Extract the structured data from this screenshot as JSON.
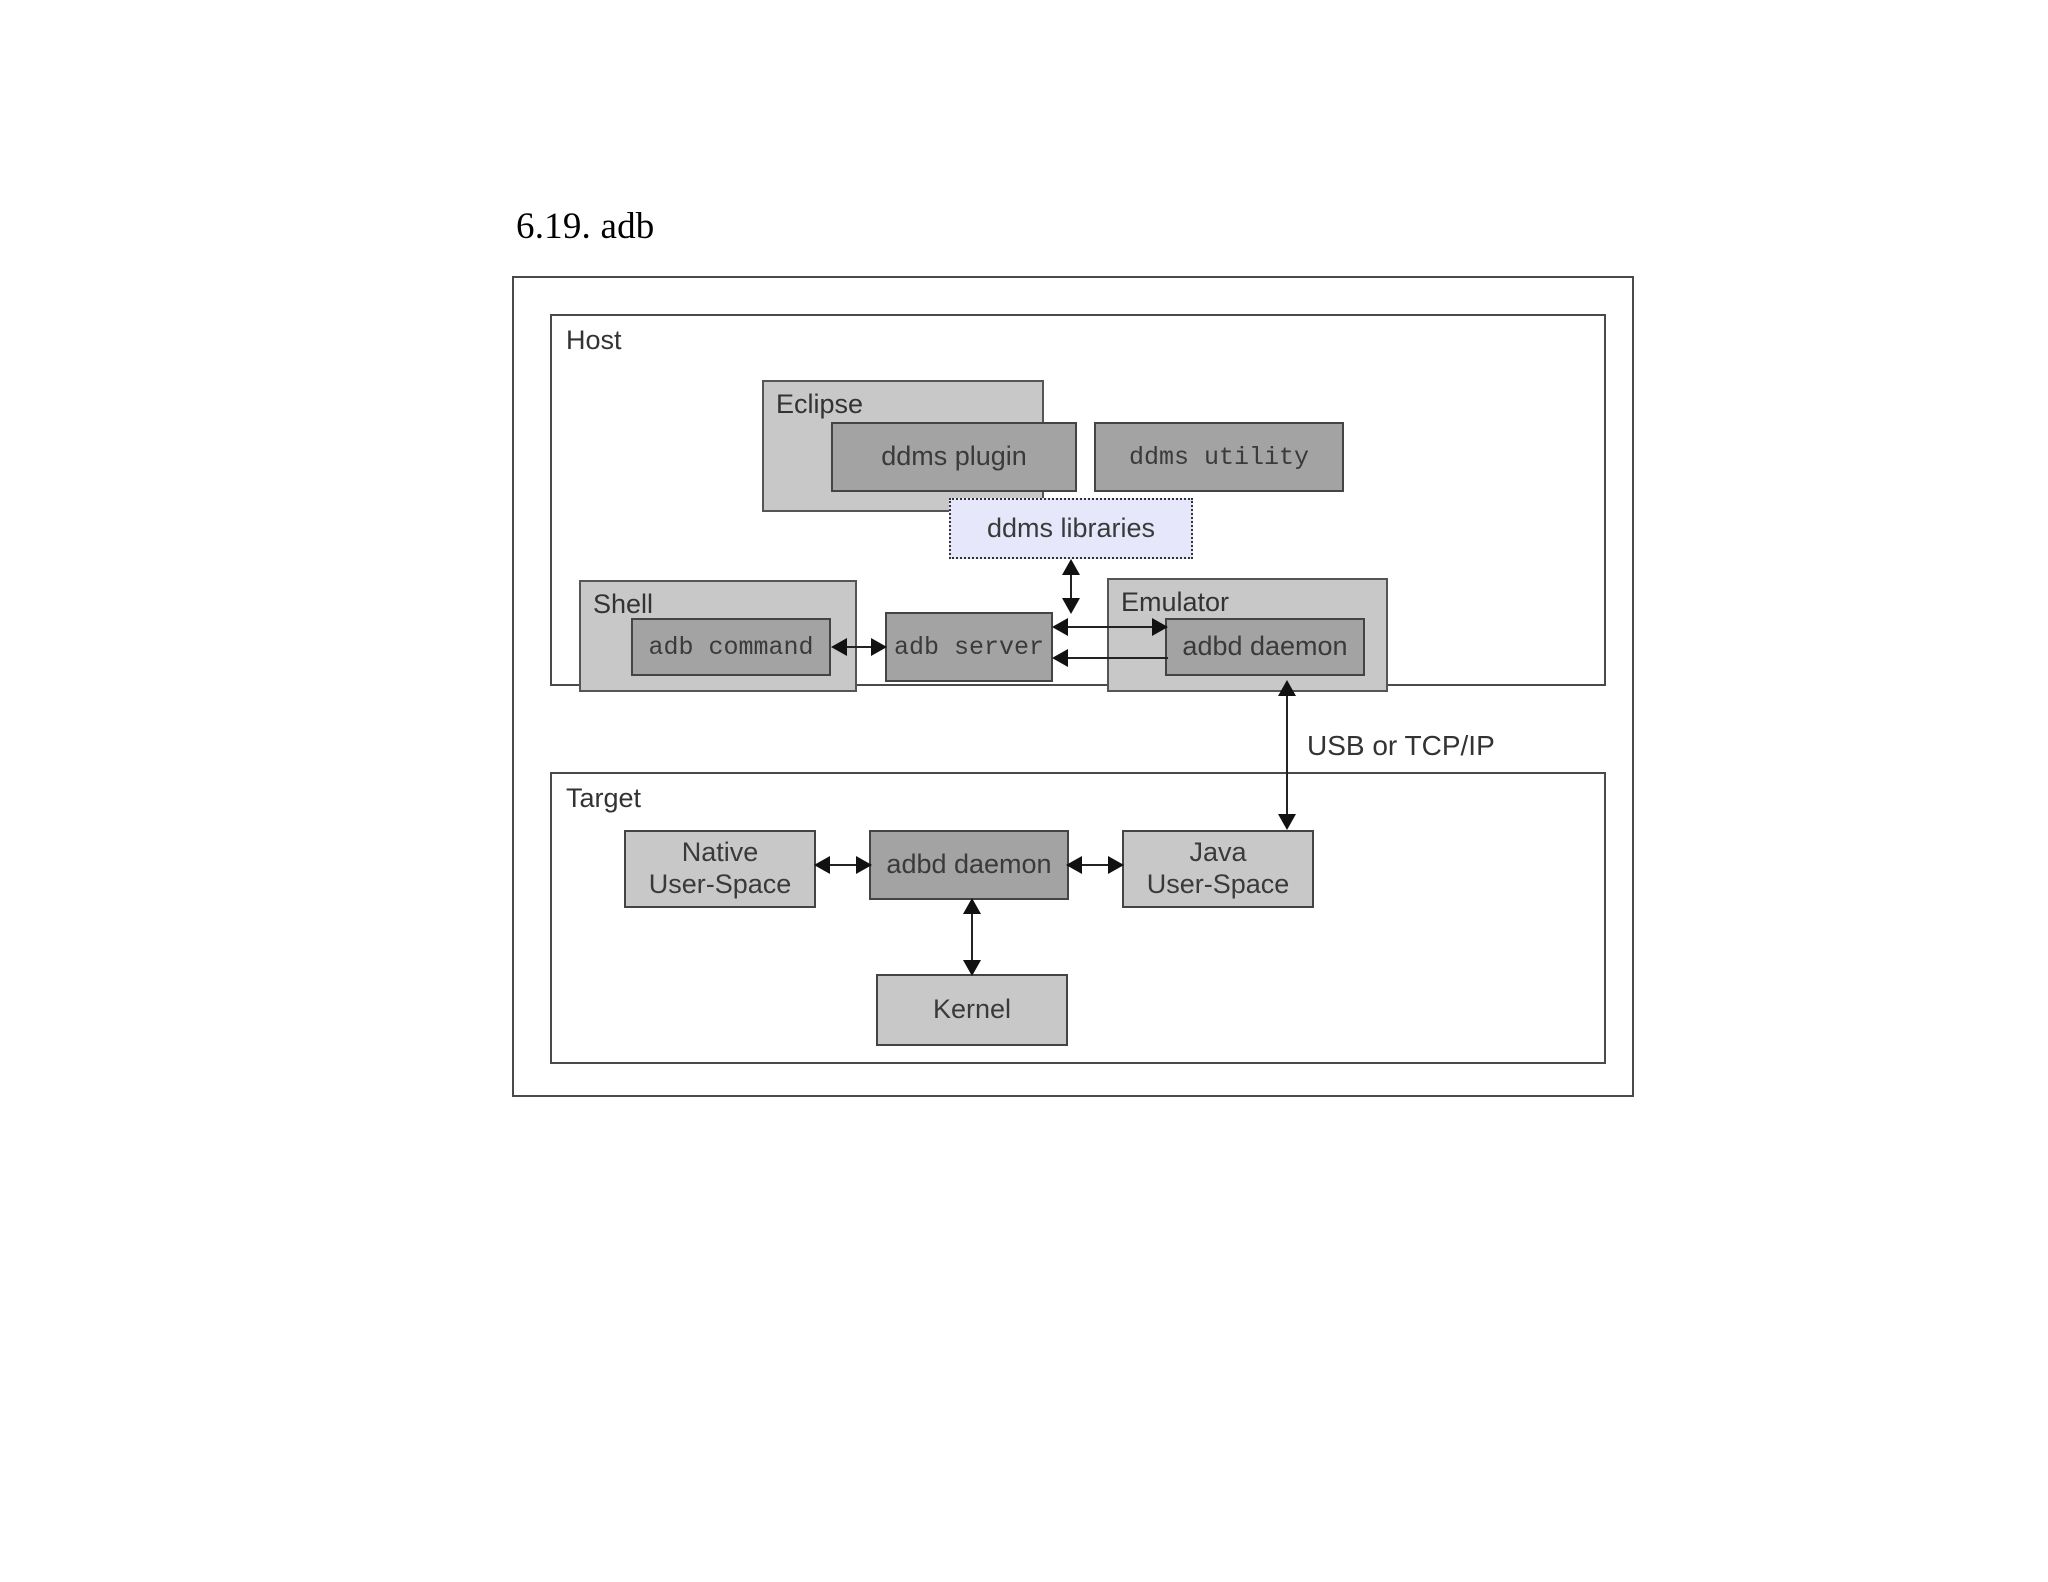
{
  "document": {
    "title": "6.19. adb"
  },
  "diagram": {
    "sections": [
      {
        "id": "host",
        "label": "Host"
      },
      {
        "id": "target",
        "label": "Target"
      }
    ],
    "groups": [
      {
        "id": "eclipse",
        "label": "Eclipse"
      },
      {
        "id": "shell",
        "label": "Shell"
      },
      {
        "id": "emulator",
        "label": "Emulator"
      }
    ],
    "components": {
      "ddms_plugin": "ddms plugin",
      "ddms_utility": "ddms utility",
      "ddms_libraries": "ddms libraries",
      "adb_command": "adb command",
      "adb_server": "adb server",
      "emulator_adbd": "adbd daemon",
      "native_user_space_line1": "Native",
      "native_user_space_line2": "User-Space",
      "target_adbd": "adbd daemon",
      "java_user_space_line1": "Java",
      "java_user_space_line2": "User-Space",
      "kernel": "Kernel"
    },
    "connections": {
      "host_target_link": "USB or TCP/IP"
    },
    "colors": {
      "group_fill": "#c8c8c8",
      "component_dark_fill": "#a3a3a3",
      "component_light_fill": "#c8c8c8",
      "libraries_fill": "#e7e7fb",
      "border": "#4a4a4a",
      "text": "#333333",
      "page_background": "#ffffff"
    }
  }
}
